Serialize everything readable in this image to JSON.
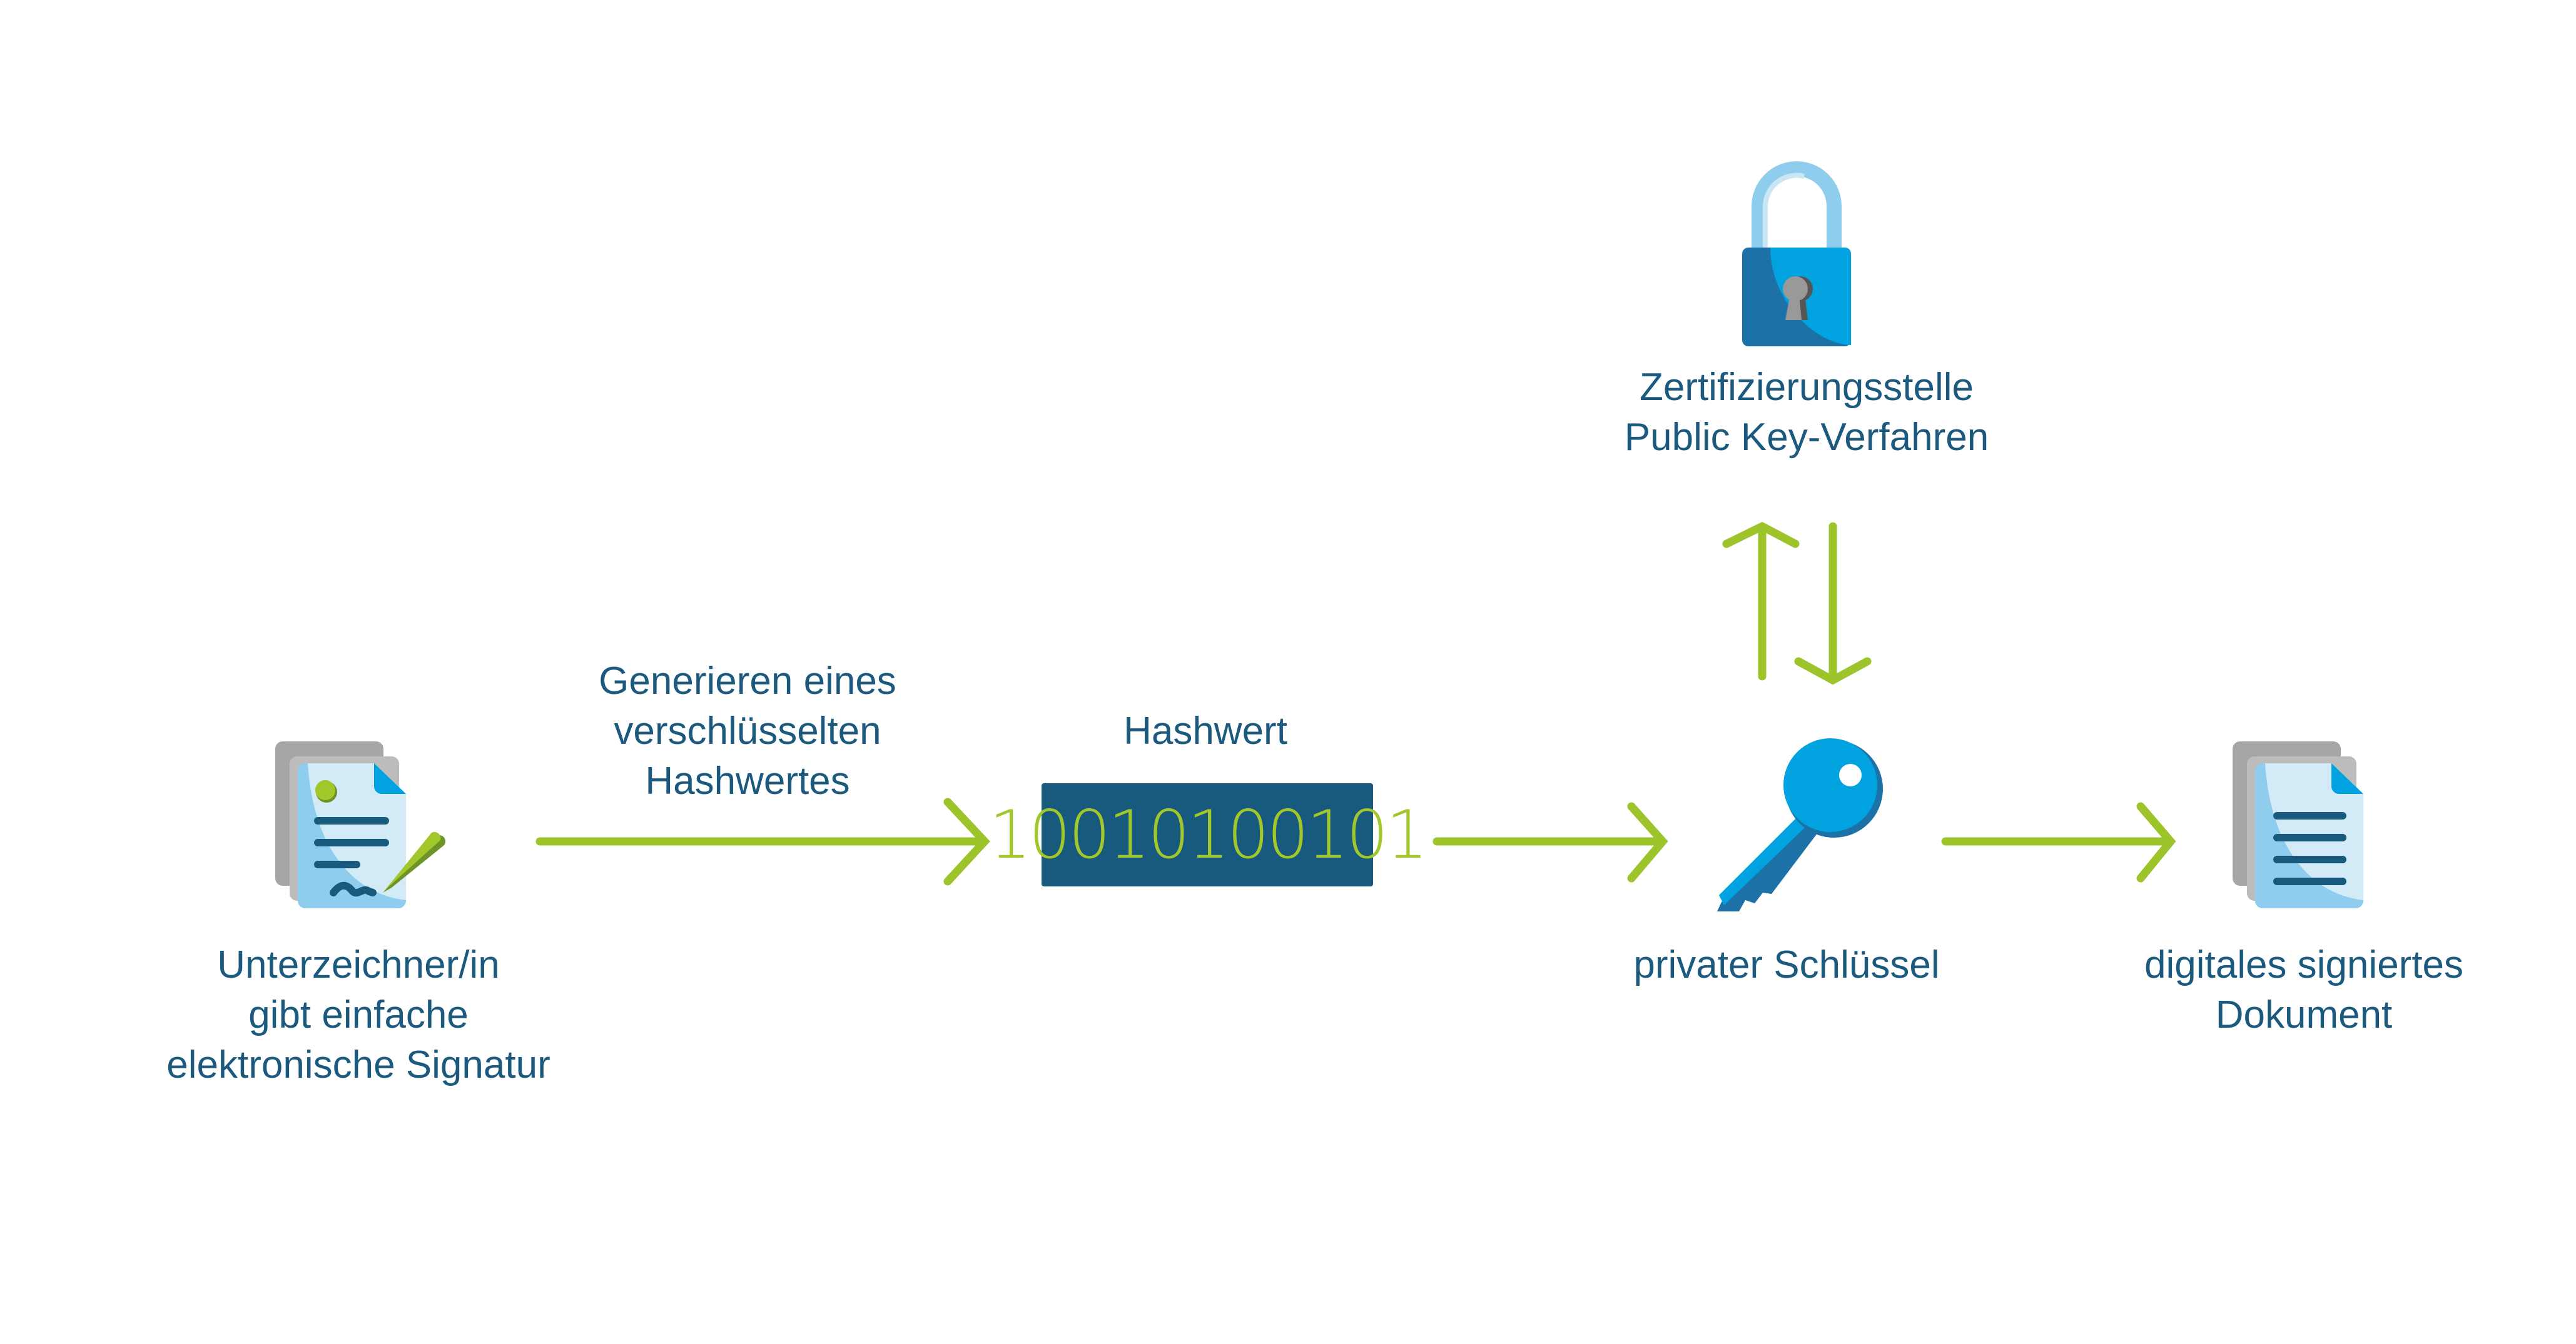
{
  "colors": {
    "text": "#1b5a7e",
    "arrow": "#9dc42a",
    "hash_box": "#175a7e",
    "hash_digits": "#a2c72b",
    "icon_blue": "#00a3e0",
    "icon_light": "#d3ebf7"
  },
  "signer": {
    "icon": "signed-document-icon",
    "lines": [
      "Unterzeichner/in",
      "gibt einfache",
      "elektronische Signatur"
    ]
  },
  "step_generate": {
    "lines": [
      "Generieren eines",
      "verschlüsselten",
      "Hashwertes"
    ]
  },
  "hash": {
    "label": "Hashwert",
    "value": "10010100101"
  },
  "certificate_authority": {
    "icon": "padlock-icon",
    "lines": [
      "Zertifizierungsstelle",
      "Public Key-Verfahren"
    ]
  },
  "private_key": {
    "icon": "key-icon",
    "label": "privater Schlüssel"
  },
  "signed_document": {
    "icon": "document-icon",
    "lines": [
      "digitales signiertes",
      "Dokument"
    ]
  }
}
